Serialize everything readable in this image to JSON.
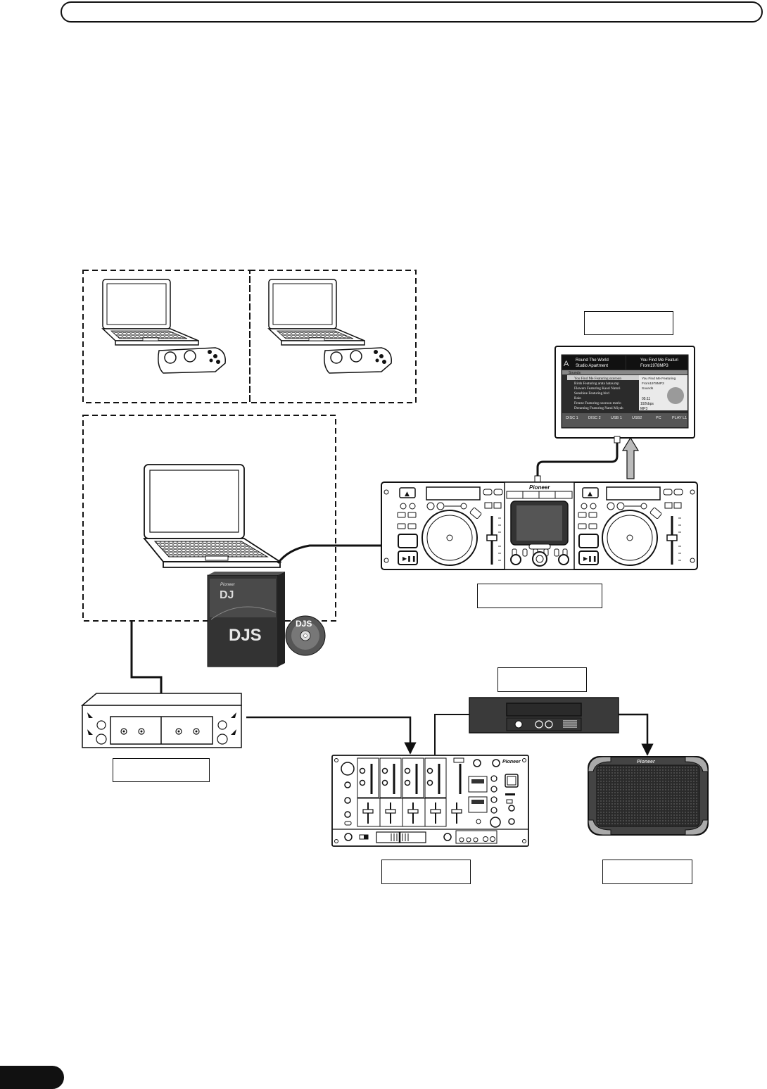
{
  "header": {
    "title": ""
  },
  "page": {
    "number": ""
  },
  "labels": {
    "monitor": "",
    "controller": "",
    "interface": "",
    "amplifier": "",
    "mixer": "",
    "speaker": ""
  },
  "software": {
    "box_brand": "Pioneer",
    "box_logo": "DJ",
    "box_title": "DJS",
    "disc_title": "DJS"
  },
  "brands": {
    "controller": "Pioneer",
    "mixer": "Pioneer",
    "speaker": "Pioneer"
  },
  "screen": {
    "deck_a": {
      "letter": "A",
      "title": "Round The World",
      "artist": "Studio Apartment"
    },
    "deck_b": {
      "title": "You Find Me Featuri",
      "artist": "From1978MP3"
    },
    "list_header": "Sounds",
    "tracks": [
      "You Find Me Featuring ozoroon",
      "Birds Featuring arata hatas.mp",
      "Flowers Featuring Kaori Natori",
      "Sunshine Featuring bird",
      "Rain",
      "Freeze Featuring ozoroon merlo",
      "Dreaming Featuring Nami Miyah"
    ],
    "info": [
      "You Find Me Featuring",
      "From1978MP3",
      "Sounds"
    ],
    "time": "05:11",
    "bitrate": "192kbps",
    "format": "MP3",
    "tabs": [
      "DISC 1",
      "DISC 2",
      "USB 1",
      "USB2",
      "PC",
      "PLAY L1"
    ]
  },
  "colors": {
    "line": "#111111",
    "device_dark": "#3a3a3a",
    "screen_dark": "#2b2b2b"
  }
}
